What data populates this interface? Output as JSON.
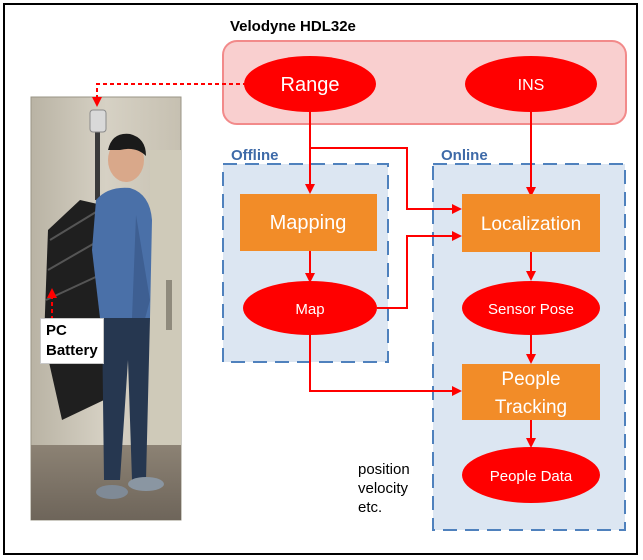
{
  "diagram": {
    "sensor_title": "Velodyne HDL32e",
    "groups": {
      "offline": "Offline",
      "online": "Online"
    },
    "nodes": {
      "range": "Range",
      "ins": "INS",
      "mapping": "Mapping",
      "map": "Map",
      "localization": "Localization",
      "sensor_pose": "Sensor Pose",
      "people_tracking_line1": "People",
      "people_tracking_line2": "Tracking",
      "people_data": "People Data"
    },
    "output_note": {
      "line1": "position",
      "line2": "velocity",
      "line3": "etc."
    }
  },
  "photo": {
    "label_line1": "PC",
    "label_line2": "Battery"
  },
  "colors": {
    "sensor_fill": "#f9cfcf",
    "sensor_border": "#f28a8a",
    "group_fill": "#dce6f2",
    "group_border": "#4f81bd",
    "group_text": "#3e6aa8",
    "ellipse_fill": "#ff0000",
    "process_fill": "#f28c28",
    "arrow": "#ff0000"
  }
}
